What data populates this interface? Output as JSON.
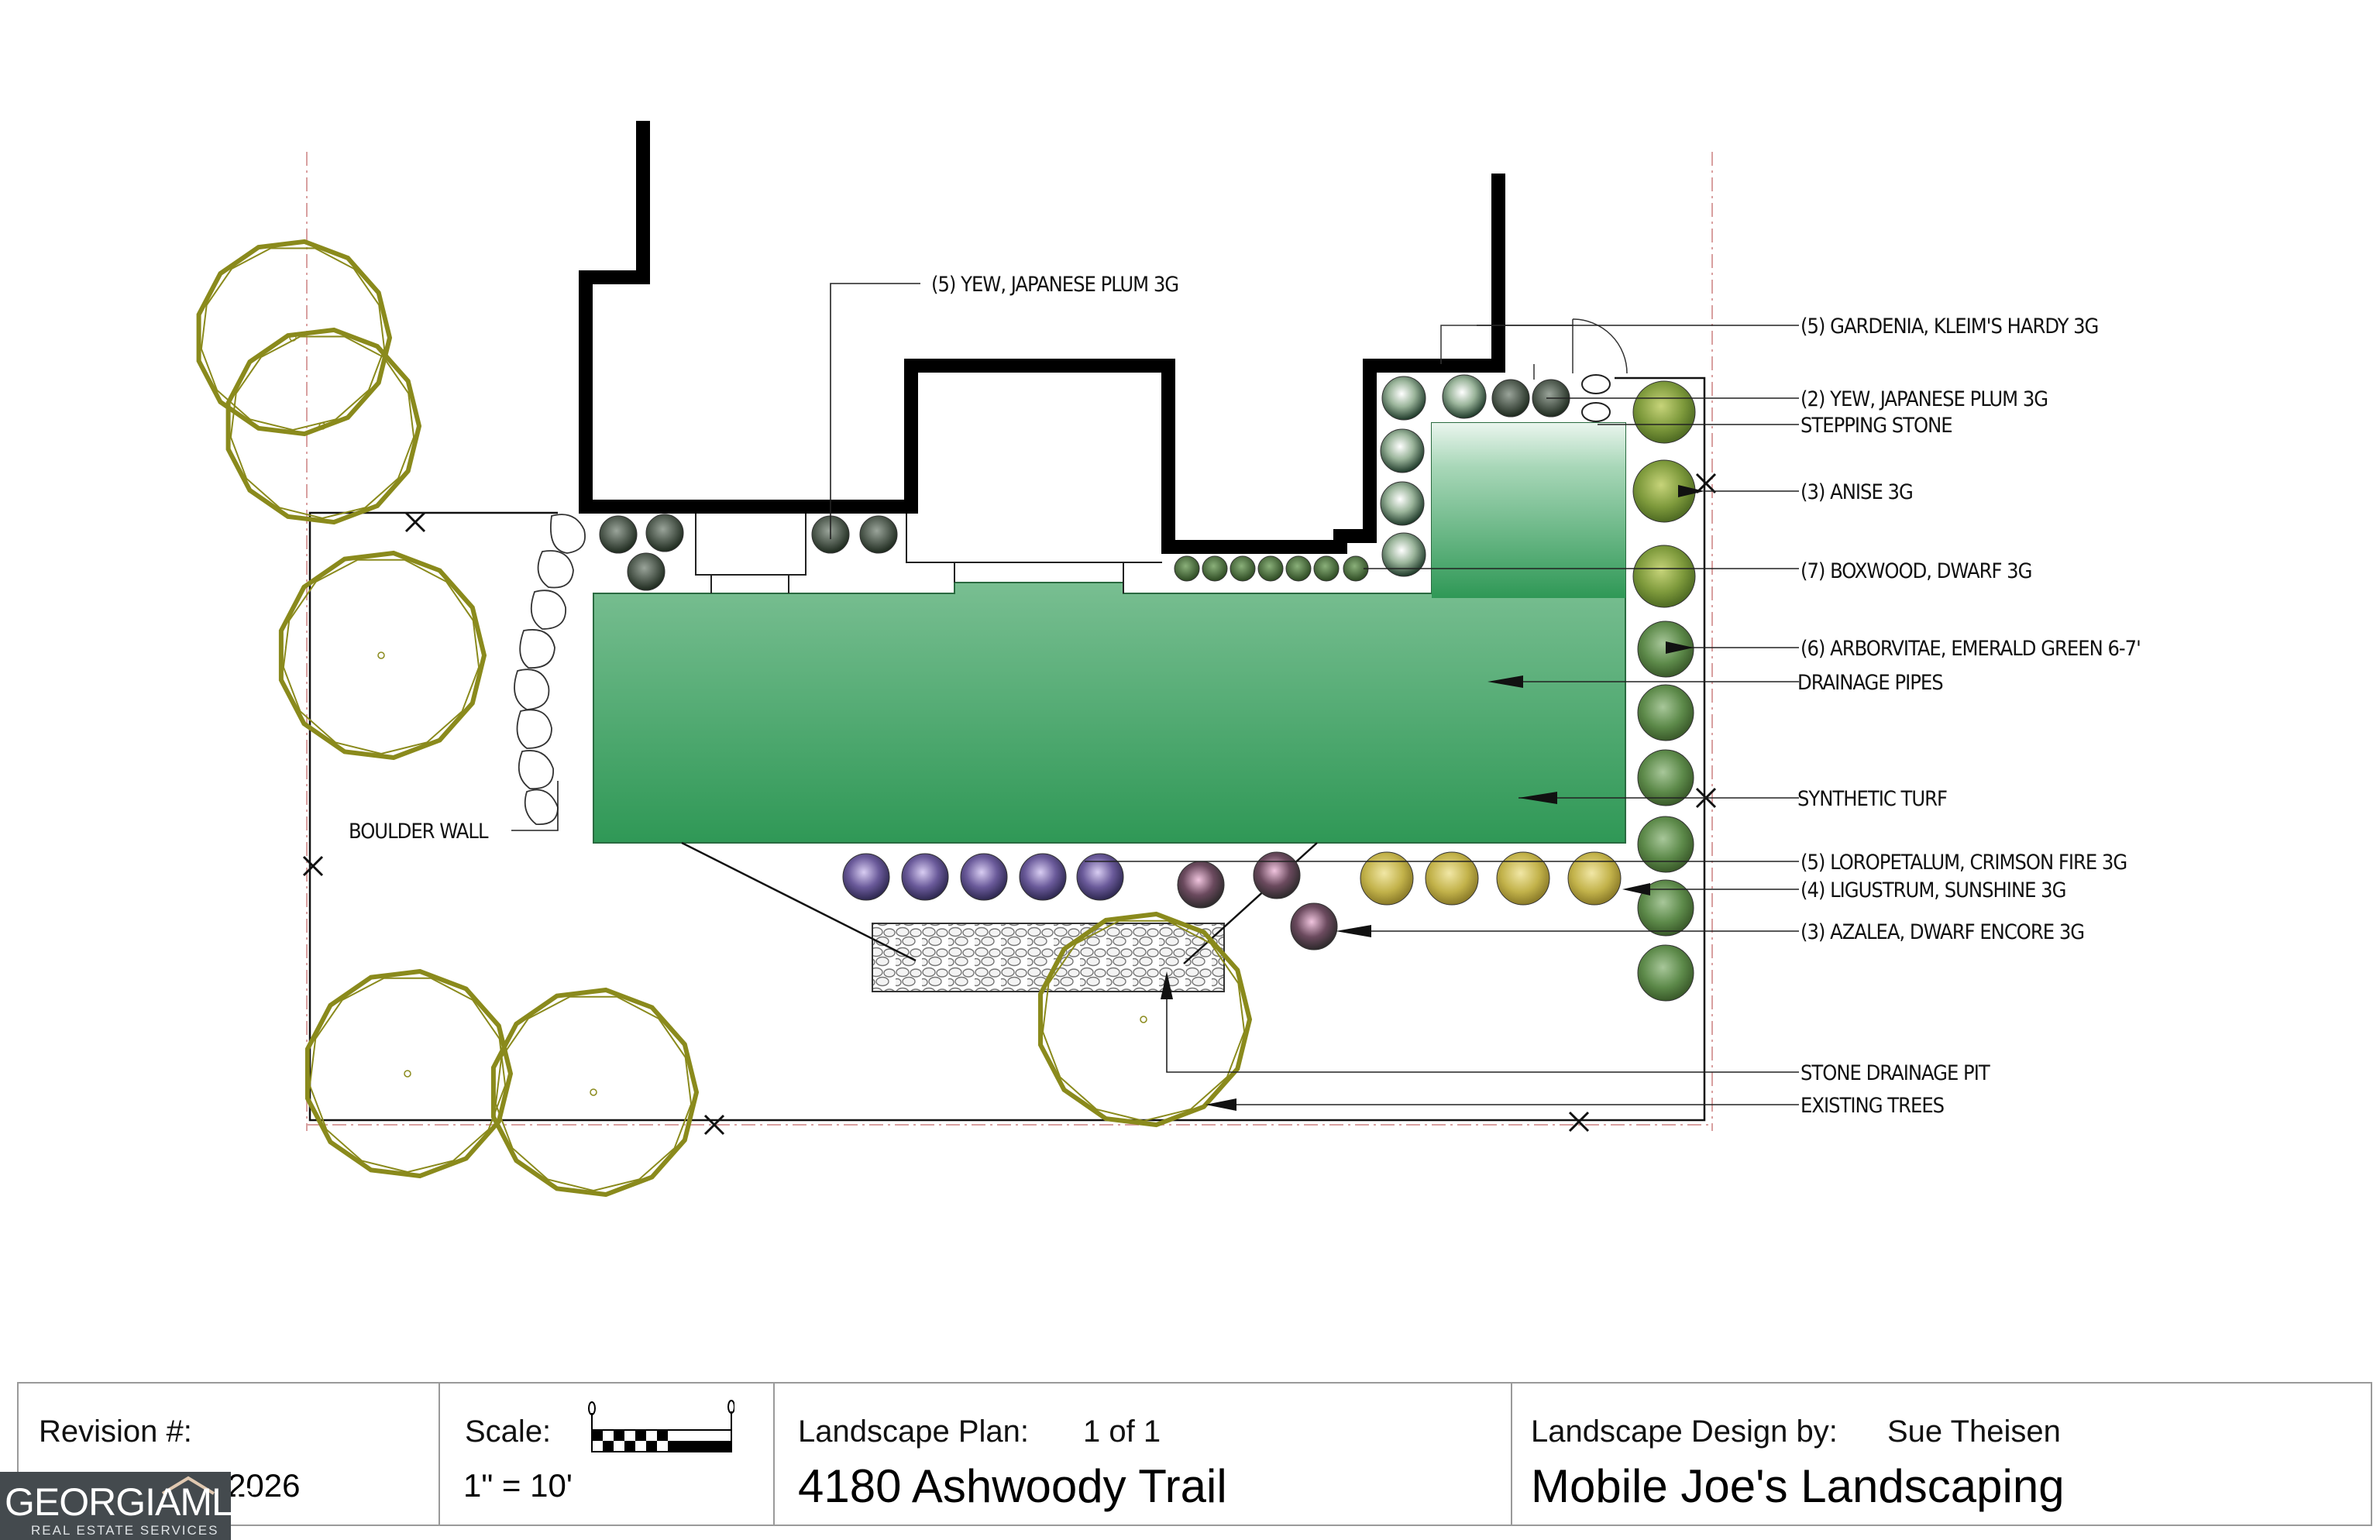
{
  "plan_labels": {
    "yew_top": "(5) YEW, JAPANESE PLUM 3G",
    "gardenia": "(5) GARDENIA, KLEIM'S HARDY 3G",
    "yew_right": "(2) YEW, JAPANESE PLUM 3G",
    "stepping_stone": "STEPPING STONE",
    "anise": "(3) ANISE 3G",
    "boxwood": "(7) BOXWOOD, DWARF 3G",
    "arborvitae": "(6) ARBORVITAE, EMERALD GREEN 6-7'",
    "drainage_pipes": "DRAINAGE PIPES",
    "synthetic_turf": "SYNTHETIC TURF",
    "loropetalum": "(5) LOROPETALUM, CRIMSON FIRE 3G",
    "ligustrum": "(4) LIGUSTRUM, SUNSHINE 3G",
    "azalea": "(3) AZALEA, DWARF ENCORE 3G",
    "stone_pit": "STONE DRAINAGE PIT",
    "existing_trees": "EXISTING TREES",
    "boulder_wall": "BOULDER WALL"
  },
  "title_block": {
    "revision_label": "Revision #:",
    "revision_value": "2026",
    "scale_label": "Scale:",
    "scale_value": "1\" = 10'",
    "plan_label": "Landscape Plan:",
    "plan_count": "1 of 1",
    "address": "4180 Ashwoody Trail",
    "design_label": "Landscape Design by:",
    "designer": "Sue Theisen",
    "company": "Mobile Joe's Landscaping"
  },
  "logo": {
    "main": "GEORGIAMLS",
    "sub": "REAL ESTATE SERVICES"
  },
  "colors": {
    "turf_light": "#e8f4ec",
    "turf_dark": "#2f9a58",
    "tree_ring": "#8a8a1c",
    "shrub_green": "#5c7c3a",
    "arborvitae": "#5d8a4a",
    "loropetalum": "#6a5a9a",
    "ligustrum": "#c2b24a",
    "azalea": "#6b4a5e",
    "house_wall": "#000000"
  }
}
